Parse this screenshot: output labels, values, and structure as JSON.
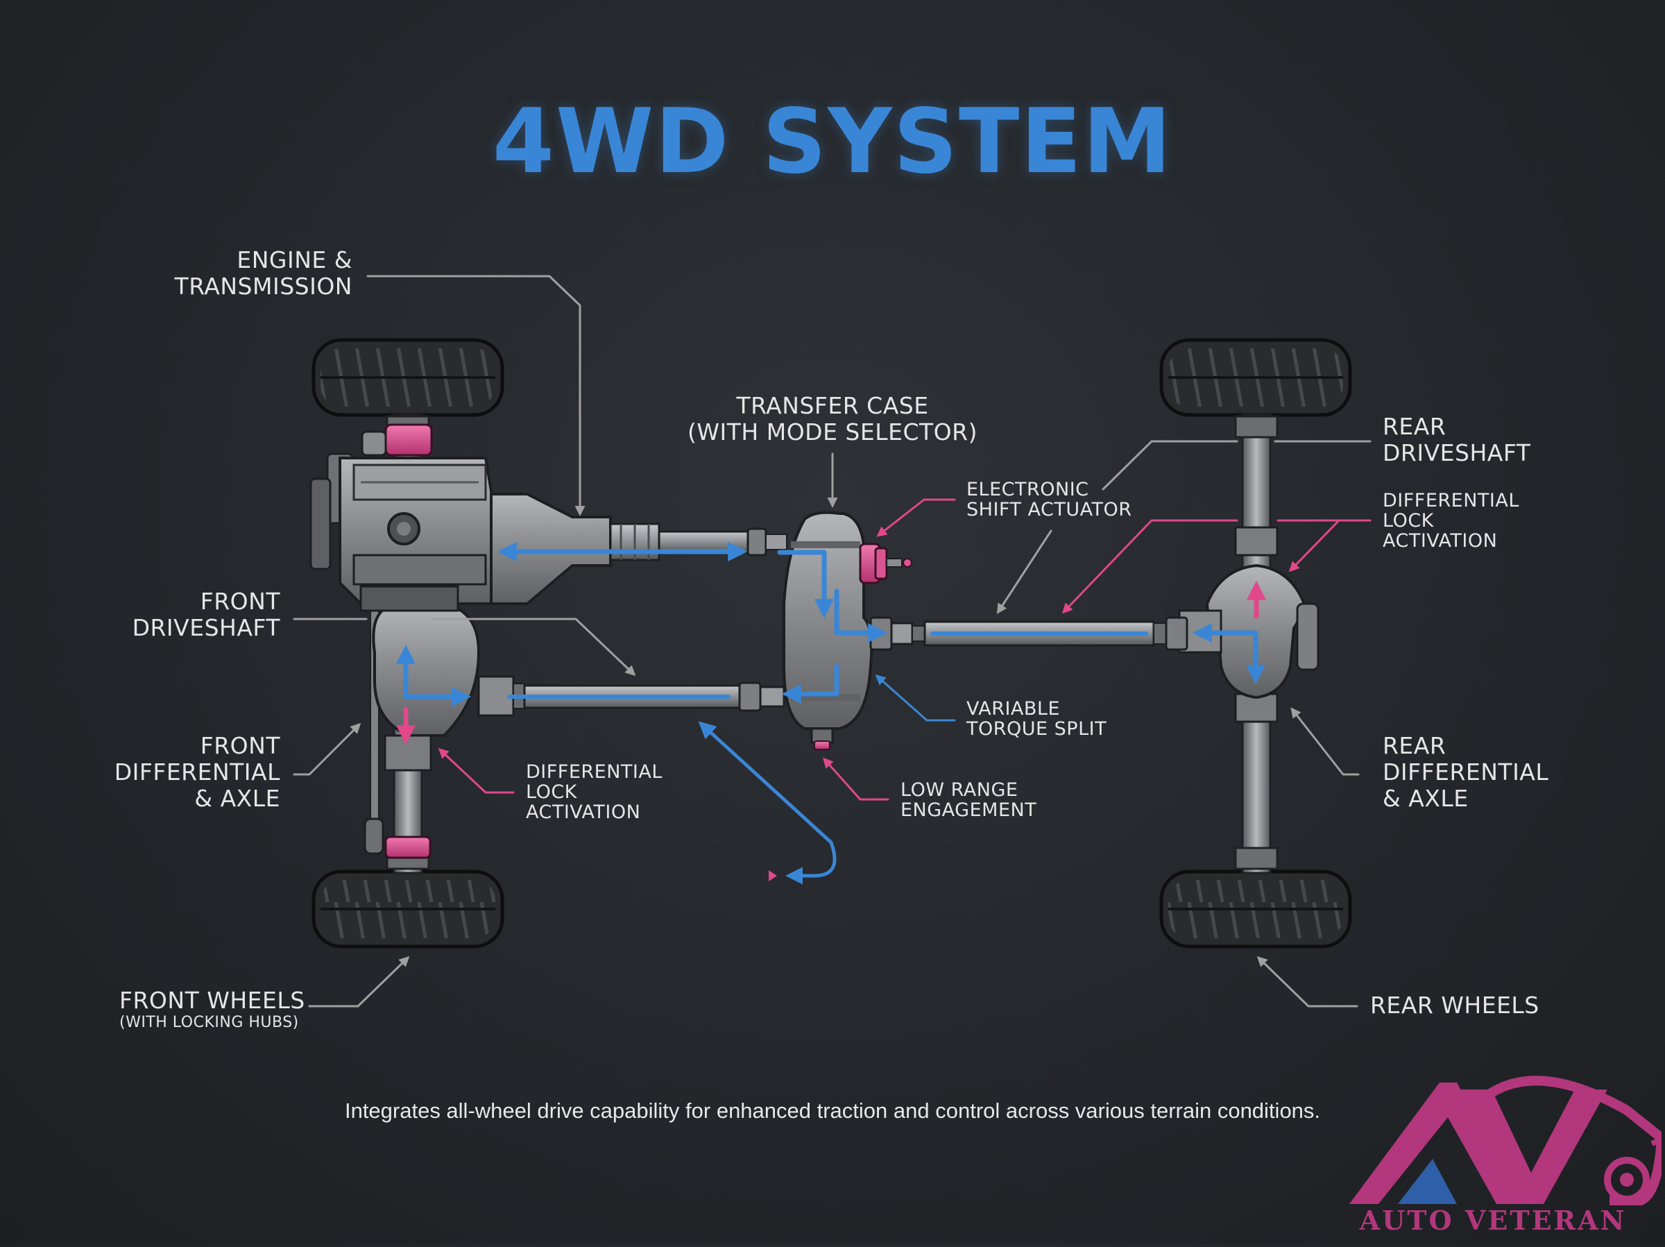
{
  "title": "4WD SYSTEM",
  "labels": {
    "engine_transmission": [
      "ENGINE &",
      "TRANSMISSION"
    ],
    "transfer_case": [
      "TRANSFER CASE",
      "(WITH MODE SELECTOR)"
    ],
    "electronic_shift_actuator": [
      "ELECTRONIC",
      "SHIFT ACTUATOR"
    ],
    "rear_driveshaft": [
      "REAR",
      "DRIVESHAFT"
    ],
    "differential_lock_rear": [
      "DIFFERENTIAL",
      "LOCK",
      "ACTIVATION"
    ],
    "front_driveshaft": [
      "FRONT",
      "DRIVESHAFT"
    ],
    "front_differential_axle": [
      "FRONT",
      "DIFFERENTIAL",
      "& AXLE"
    ],
    "differential_lock_front": [
      "DIFFERENTIAL",
      "LOCK",
      "ACTIVATION"
    ],
    "variable_torque_split": [
      "VARIABLE",
      "TORQUE SPLIT"
    ],
    "low_range_engagement": [
      "LOW RANGE",
      "ENGAGEMENT"
    ],
    "rear_differential_axle": [
      "REAR",
      "DIFFERENTIAL",
      "& AXLE"
    ],
    "front_wheels": "FRONT WHEELS",
    "front_wheels_sub": "(WITH LOCKING HUBS)",
    "rear_wheels": "REAR WHEELS"
  },
  "caption": "Integrates all-wheel drive capability for enhanced traction and control across various terrain conditions.",
  "logo": {
    "text": "AUTO VETERAN"
  },
  "colors": {
    "background": "#24272b",
    "title": "#3a86d6",
    "power_flow": "#3a86d6",
    "lock_accent": "#e0488a",
    "leader_line": "#9a9a9a",
    "component_metal": "#8b8d90",
    "tire": "#2a2b2d",
    "logo_primary": "#b3377c",
    "logo_secondary": "#2f5fa8"
  }
}
